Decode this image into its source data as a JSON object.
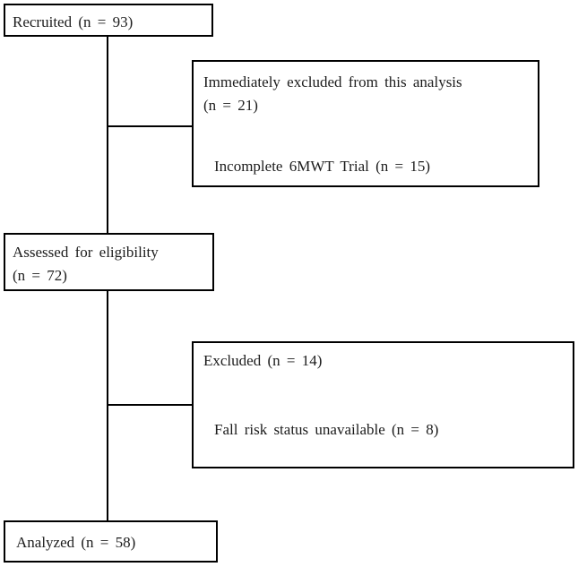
{
  "flowchart": {
    "boxes": {
      "recruited": {
        "label": "Recruited (n = 93)"
      },
      "immediately_excluded": {
        "line1": "Immediately excluded from this analysis",
        "line2": "(n = 21)",
        "detail": "Incomplete 6MWT Trial (n = 15)"
      },
      "assessed": {
        "line1": "Assessed for eligibility",
        "line2": "(n = 72)"
      },
      "excluded": {
        "line1": "Excluded (n = 14)",
        "detail": "Fall risk status unavailable (n = 8)"
      },
      "analyzed": {
        "label": "Analyzed (n = 58)"
      }
    },
    "colors": {
      "border": "#000000",
      "background": "#ffffff",
      "text": "#1c1c1c"
    }
  }
}
